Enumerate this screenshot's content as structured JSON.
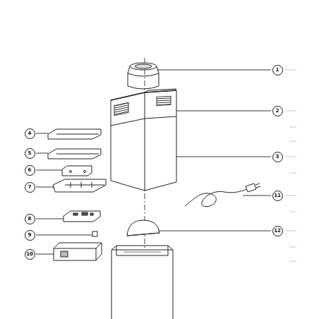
{
  "diagram": {
    "nodes": [
      {
        "text": [
          "1"
        ]
      },
      {
        "text": [
          "2"
        ]
      },
      {
        "text": [
          "3"
        ]
      },
      {
        "text": [
          "4"
        ]
      },
      {
        "text": [
          "5"
        ]
      },
      {
        "text": [
          "6"
        ]
      },
      {
        "text": [
          "7"
        ]
      },
      {
        "text": [
          "8"
        ]
      },
      {
        "text": [
          "9"
        ]
      },
      {
        "text": [
          "10"
        ]
      },
      {
        "text": [
          "11"
        ]
      },
      {
        "text": [
          "12"
        ]
      }
    ],
    "edges": []
  }
}
